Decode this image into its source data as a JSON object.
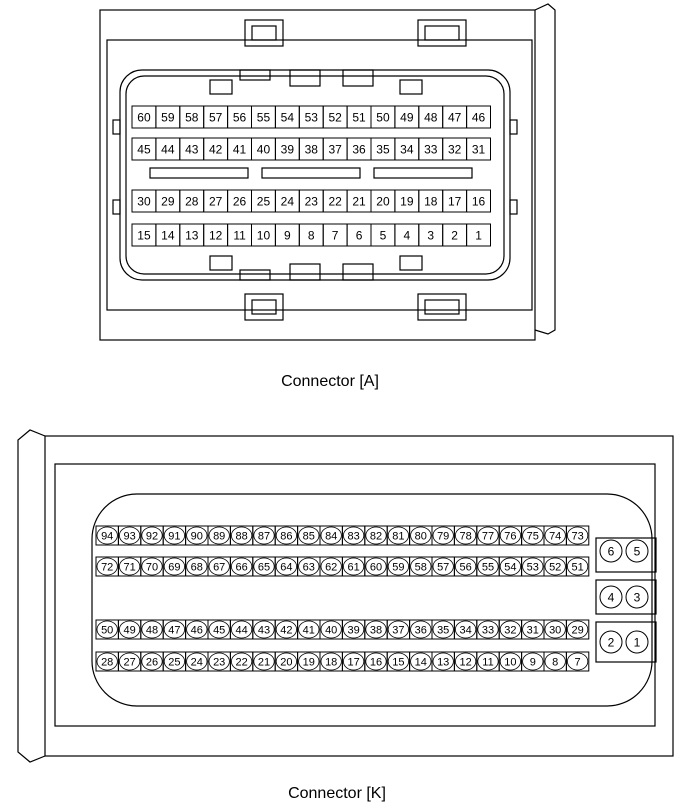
{
  "connector_a": {
    "caption": "Connector [A]",
    "rows": [
      [
        "60",
        "59",
        "58",
        "57",
        "56",
        "55",
        "54",
        "53",
        "52",
        "51",
        "50",
        "49",
        "48",
        "47",
        "46"
      ],
      [
        "45",
        "44",
        "43",
        "42",
        "41",
        "40",
        "39",
        "38",
        "37",
        "36",
        "35",
        "34",
        "33",
        "32",
        "31"
      ],
      [
        "30",
        "29",
        "28",
        "27",
        "26",
        "25",
        "24",
        "23",
        "22",
        "21",
        "20",
        "19",
        "18",
        "17",
        "16"
      ],
      [
        "15",
        "14",
        "13",
        "12",
        "11",
        "10",
        "9",
        "8",
        "7",
        "6",
        "5",
        "4",
        "3",
        "2",
        "1"
      ]
    ]
  },
  "connector_k": {
    "caption": "Connector [K]",
    "rows": [
      [
        "94",
        "93",
        "92",
        "91",
        "90",
        "89",
        "88",
        "87",
        "86",
        "85",
        "84",
        "83",
        "82",
        "81",
        "80",
        "79",
        "78",
        "77",
        "76",
        "75",
        "74",
        "73"
      ],
      [
        "72",
        "71",
        "70",
        "69",
        "68",
        "67",
        "66",
        "65",
        "64",
        "63",
        "62",
        "61",
        "60",
        "59",
        "58",
        "57",
        "56",
        "55",
        "54",
        "53",
        "52",
        "51"
      ],
      [
        "50",
        "49",
        "48",
        "47",
        "46",
        "45",
        "44",
        "43",
        "42",
        "41",
        "40",
        "39",
        "38",
        "37",
        "36",
        "35",
        "34",
        "33",
        "32",
        "31",
        "30",
        "29"
      ],
      [
        "28",
        "27",
        "26",
        "25",
        "24",
        "23",
        "22",
        "21",
        "20",
        "19",
        "18",
        "17",
        "16",
        "15",
        "14",
        "13",
        "12",
        "11",
        "10",
        "9",
        "8",
        "7"
      ]
    ],
    "side_pins": [
      [
        "6",
        "5"
      ],
      [
        "4",
        "3"
      ],
      [
        "2",
        "1"
      ]
    ]
  }
}
